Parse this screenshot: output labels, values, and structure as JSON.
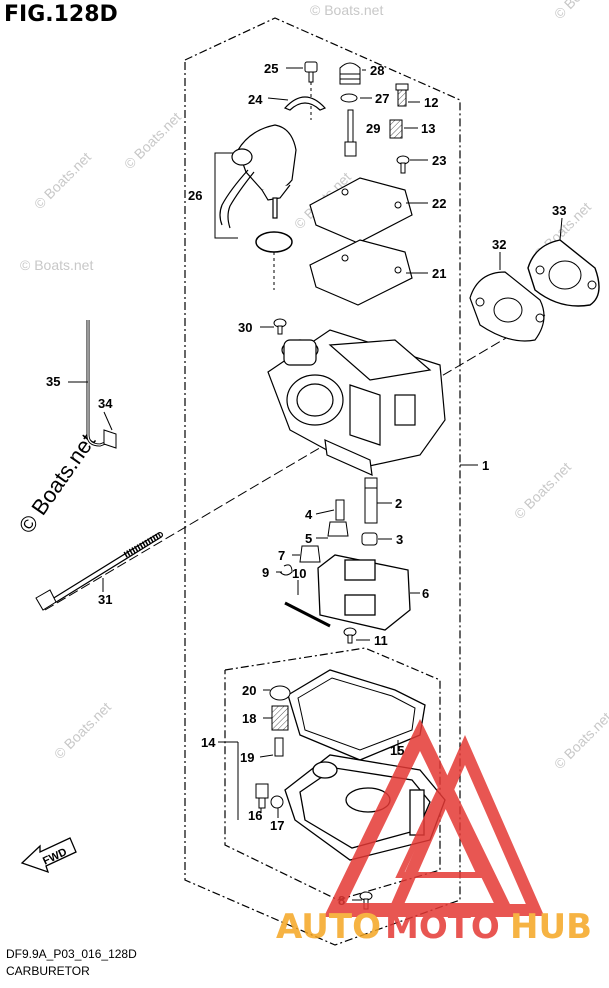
{
  "figure": {
    "title": "FIG.128D",
    "code": "DF9.9A_P03_016_128D",
    "name": "CARBURETOR"
  },
  "callouts": [
    "1",
    "2",
    "3",
    "4",
    "5",
    "6",
    "7",
    "8",
    "9",
    "10",
    "11",
    "12",
    "13",
    "14",
    "15",
    "16",
    "17",
    "18",
    "19",
    "20",
    "21",
    "22",
    "23",
    "24",
    "25",
    "26",
    "27",
    "28",
    "29",
    "30",
    "31",
    "32",
    "33",
    "34",
    "35"
  ],
  "fwd_label": "FWD",
  "watermarks": {
    "main": "© Boats.net",
    "small": "© Boats.net"
  },
  "logo": {
    "part1": "AUTO",
    "part2": "MOTO",
    "part3": "HUB",
    "color_orange": "#f5a623",
    "color_red": "#e53935"
  }
}
